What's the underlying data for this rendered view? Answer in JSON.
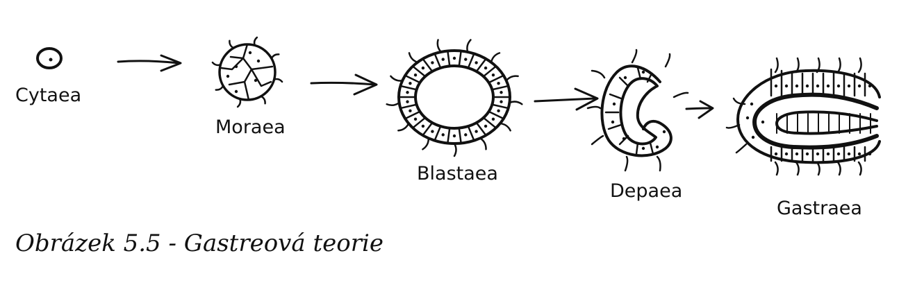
{
  "figure": {
    "caption": "Obrázek 5.5 - Gastreová teorie",
    "ink_color": "#111111",
    "background_color": "#ffffff",
    "stages": [
      {
        "label": "Cytaea"
      },
      {
        "label": "Moraea"
      },
      {
        "label": "Blastaea"
      },
      {
        "label": "Depaea"
      },
      {
        "label": "Gastraea"
      }
    ],
    "arrows": [
      {
        "from": "Cytaea",
        "to": "Moraea",
        "icon": "arrow-right-icon"
      },
      {
        "from": "Moraea",
        "to": "Blastaea",
        "icon": "arrow-right-icon"
      },
      {
        "from": "Blastaea",
        "to": "Depaea",
        "icon": "arrow-right-icon"
      },
      {
        "from": "Depaea",
        "to": "Gastraea",
        "icon": "arrow-right-icon"
      }
    ]
  }
}
